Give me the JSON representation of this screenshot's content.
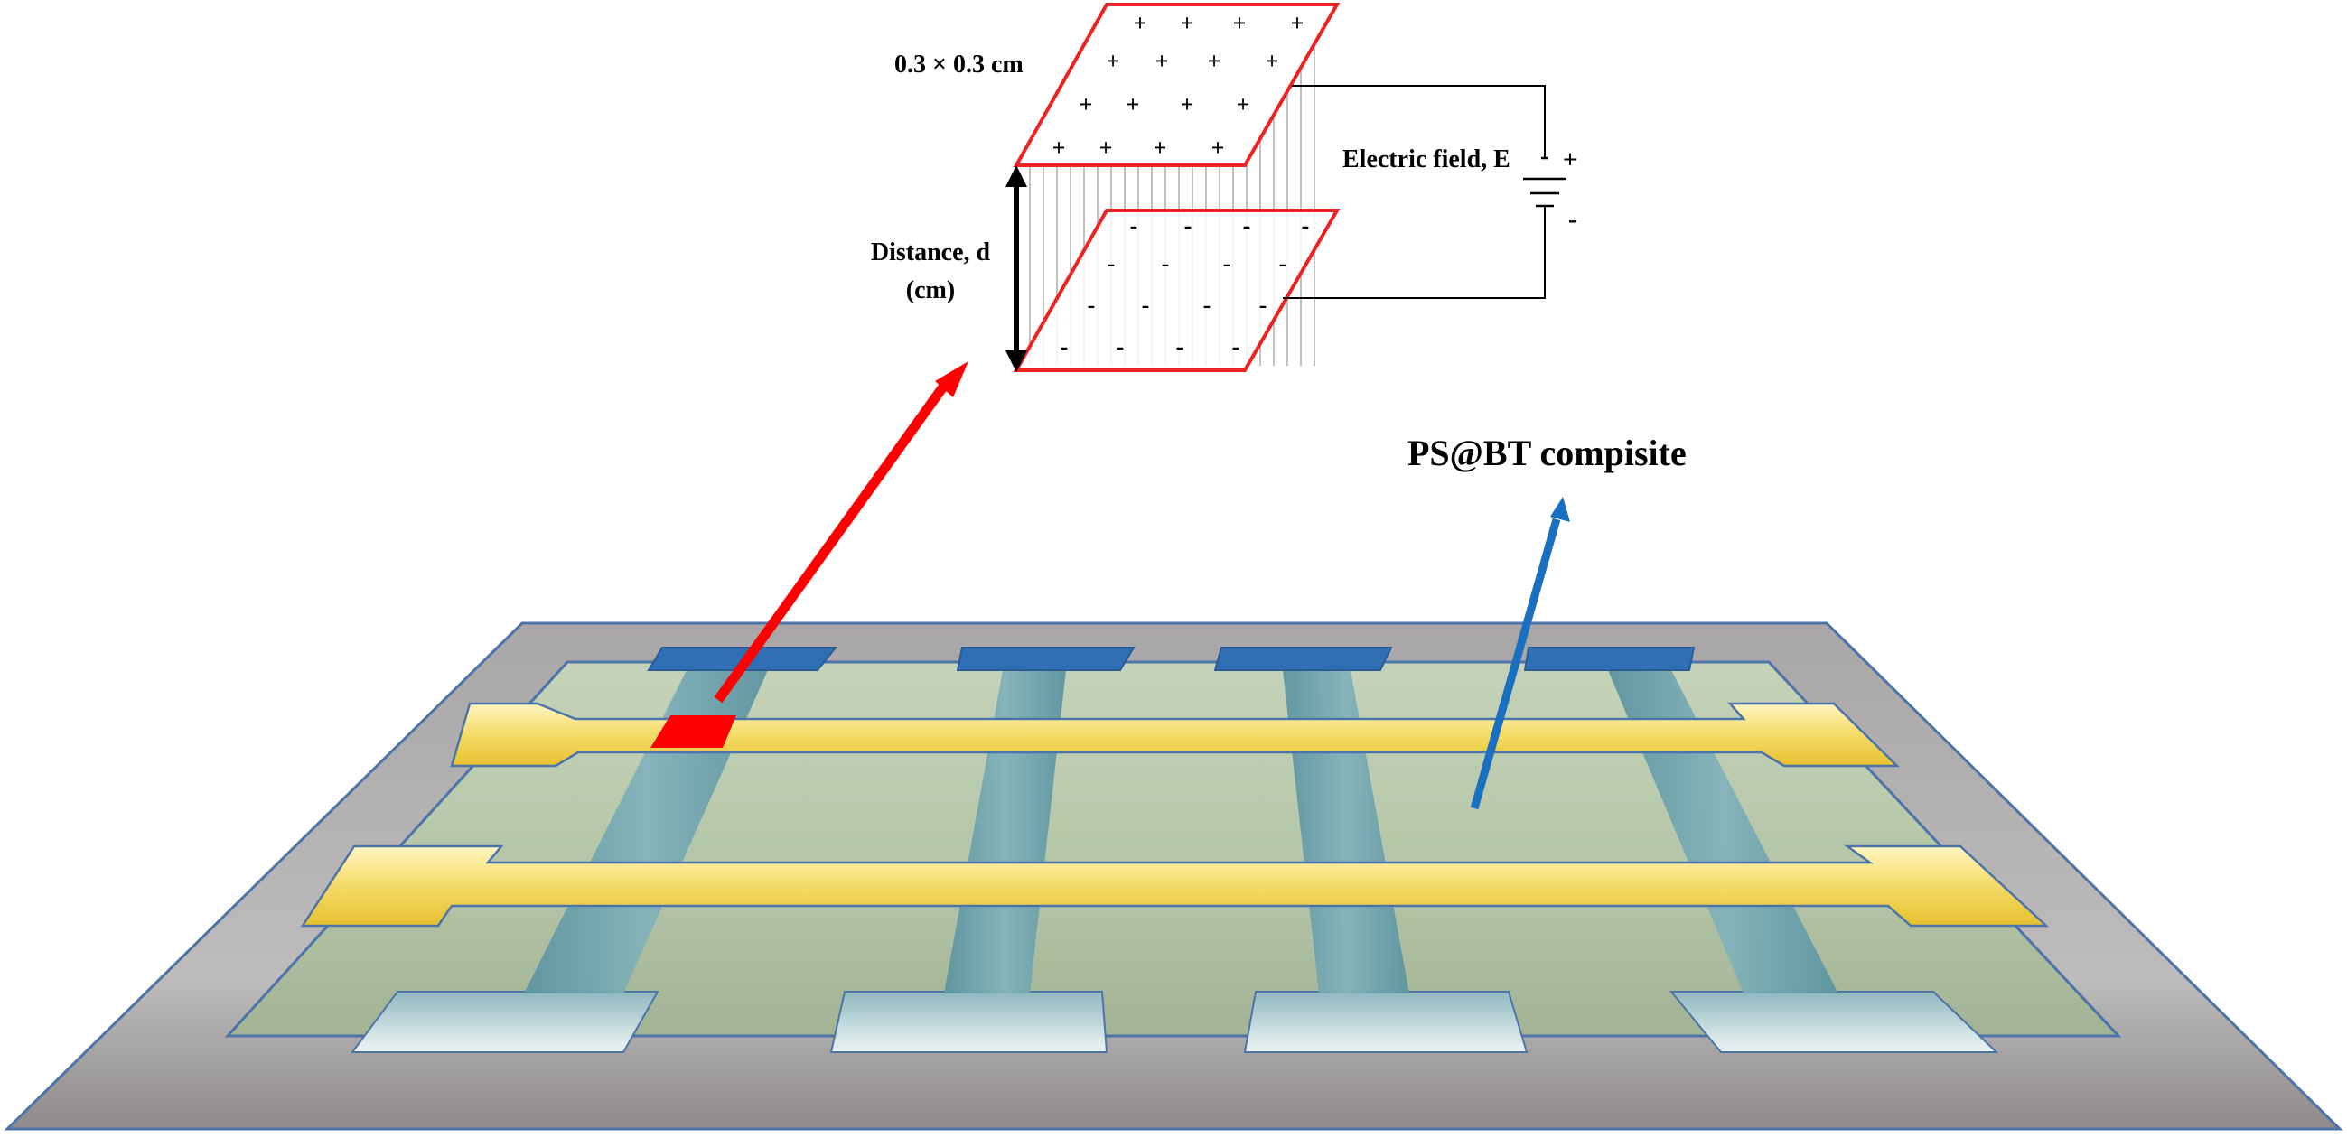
{
  "labels": {
    "plate_size": "0.3 × 0.3 cm",
    "distance_line1": "Distance, d",
    "distance_line2": "(cm)",
    "electric_field": "Electric field, E",
    "composite": "PS@BT compisite",
    "battery_plus": "+",
    "battery_minus": "-"
  },
  "signs": {
    "positive": "+",
    "negative": "-"
  },
  "colors": {
    "substrate_gray": "#a7a4a6",
    "composite_green": "#b8c8ad",
    "bottom_electrode_teal": "#6fa3ad",
    "top_electrode_gold": "#f3d865",
    "capacitor_highlight": "#ff0000",
    "red_arrow": "#ff0000",
    "blue_arrow": "#1a6fc0",
    "plate_outline": "#ee2222"
  }
}
